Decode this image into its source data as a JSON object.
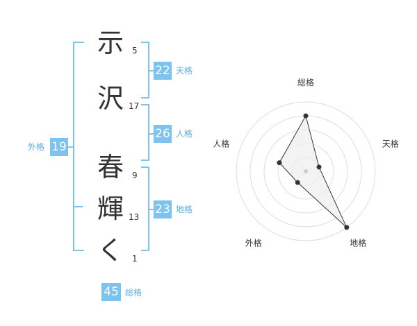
{
  "name_chars": [
    {
      "char": "示",
      "strokes": "5"
    },
    {
      "char": "沢",
      "strokes": "17"
    },
    {
      "char": "春",
      "strokes": "9"
    },
    {
      "char": "輝",
      "strokes": "13"
    },
    {
      "char": "く",
      "strokes": "1"
    }
  ],
  "kaku": {
    "ten": {
      "value": "22",
      "label": "天格"
    },
    "jin": {
      "value": "26",
      "label": "人格"
    },
    "chi": {
      "value": "23",
      "label": "地格"
    },
    "gai": {
      "value": "19",
      "label": "外格"
    },
    "sou": {
      "value": "45",
      "label": "総格"
    }
  },
  "colors": {
    "accent": "#7cc3ee",
    "text": "#333333",
    "radar_fill": "#eeeeee"
  },
  "chart_data": {
    "type": "radar",
    "axes": [
      "総格",
      "天格",
      "地格",
      "外格",
      "人格"
    ],
    "values": [
      4,
      1,
      5,
      1,
      2
    ],
    "range": [
      0,
      5
    ],
    "rings": 5
  }
}
